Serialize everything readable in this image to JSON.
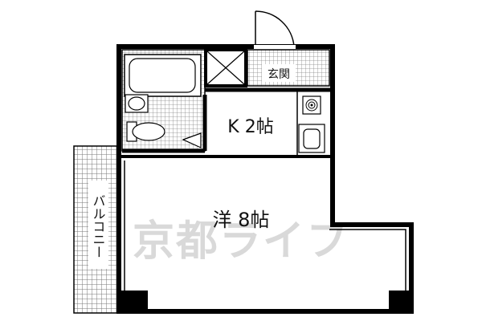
{
  "rooms": {
    "kitchen": "K 2帖",
    "western": "洋 8帖",
    "entrance": "玄関",
    "balcony": "バルコニー"
  },
  "watermark": "京都ライフ",
  "colors": {
    "wall": "#000000",
    "tile": "#7a7a7a",
    "watermark": "#d9d9d9"
  },
  "icons": [
    "door-swing-icon",
    "bathtub-icon",
    "washbasin-icon",
    "toilet-icon",
    "stove-icon",
    "sink-icon",
    "storage-cross-icon"
  ]
}
